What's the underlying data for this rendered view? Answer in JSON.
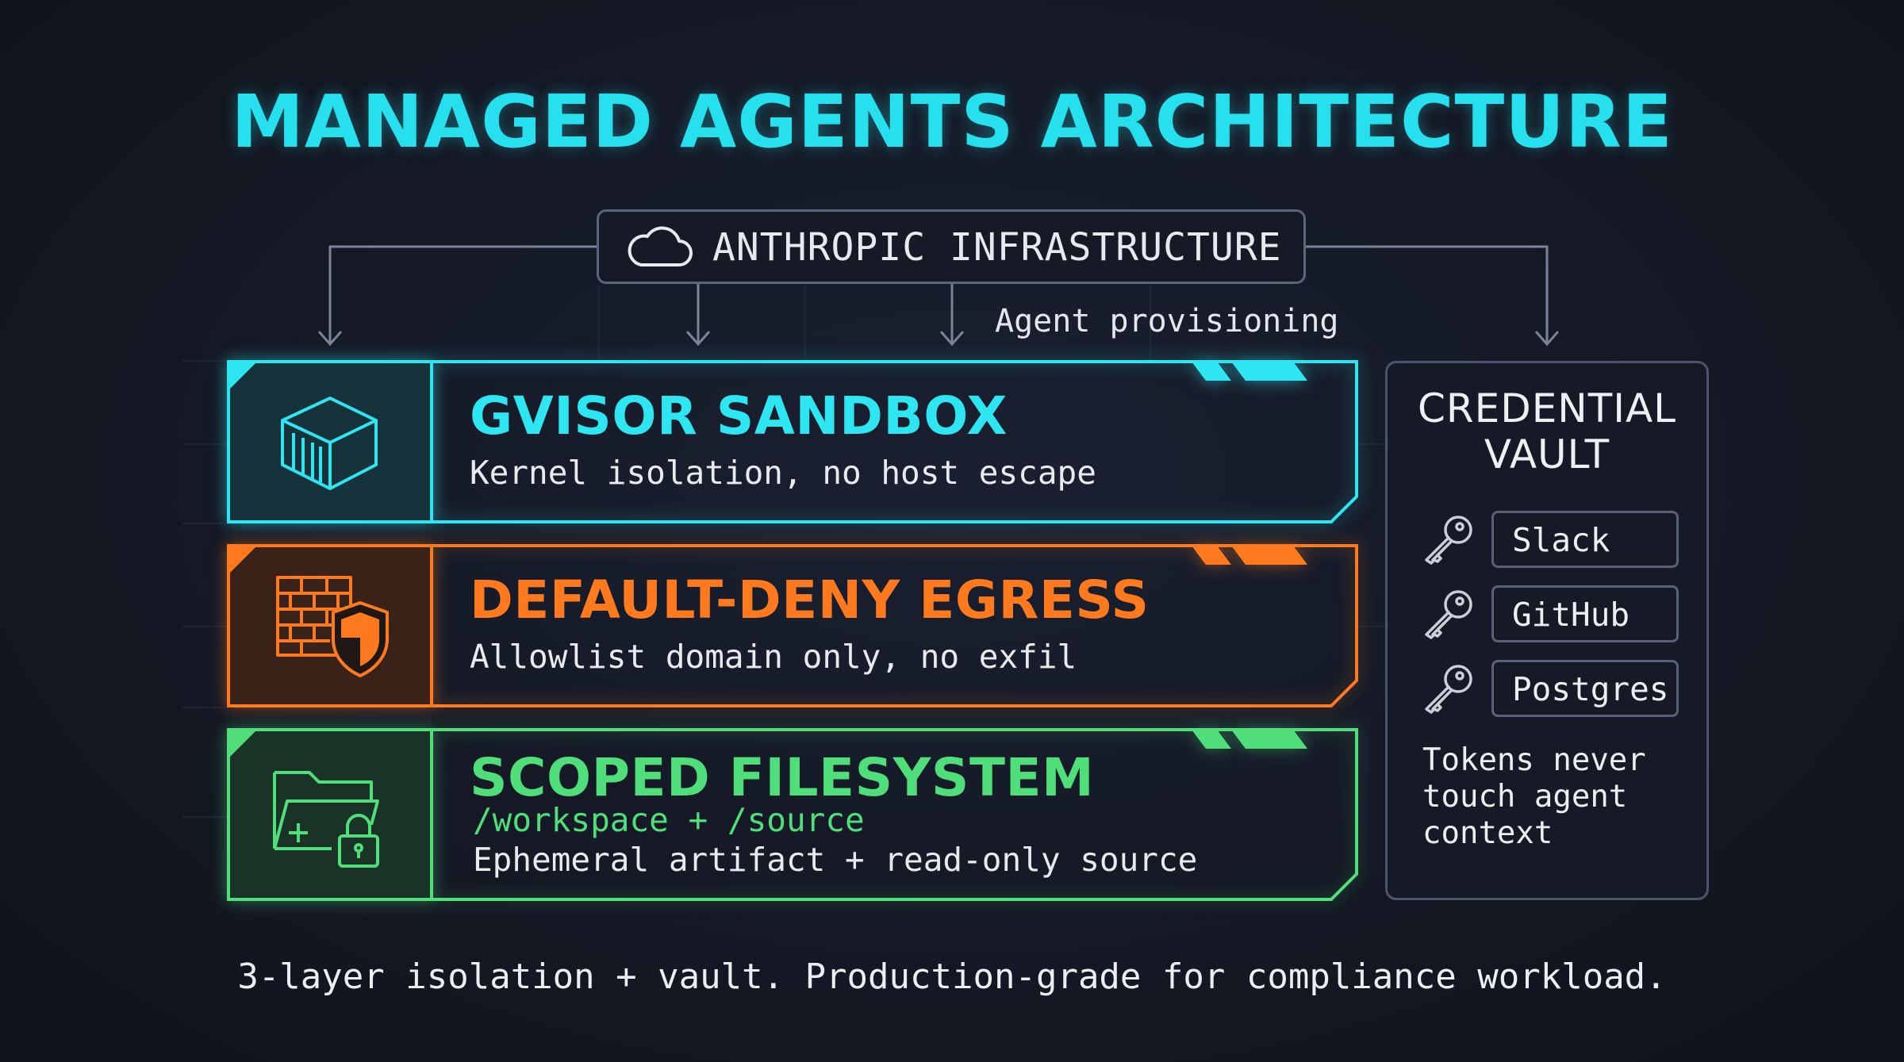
{
  "title": "MANAGED AGENTS ARCHITECTURE",
  "infrastructure": {
    "label": "ANTHROPIC INFRASTRUCTURE",
    "icon": "cloud-icon",
    "arrow_label": "Agent provisioning"
  },
  "layers": [
    {
      "title": "GVISOR SANDBOX",
      "subtitle": "Kernel isolation, no host escape",
      "icon": "container-box-icon",
      "color": "#2ee6f2"
    },
    {
      "title": "DEFAULT-DENY EGRESS",
      "subtitle": "Allowlist domain only, no exfil",
      "icon": "firewall-shield-icon",
      "color": "#ff7a1f"
    },
    {
      "title": "SCOPED FILESYSTEM",
      "path": "/workspace + /source",
      "subtitle": "Ephemeral artifact + read-only source",
      "icon": "folder-lock-icon",
      "color": "#4fde7a"
    }
  ],
  "vault": {
    "title_line1": "CREDENTIAL",
    "title_line2": "VAULT",
    "credentials": [
      {
        "label": "Slack",
        "icon": "key-icon"
      },
      {
        "label": "GitHub",
        "icon": "key-icon"
      },
      {
        "label": "Postgres",
        "icon": "key-icon"
      }
    ],
    "note_line1": "Tokens never",
    "note_line2": "touch agent",
    "note_line3": "context"
  },
  "caption": "3-layer isolation + vault. Production-grade for compliance workload."
}
